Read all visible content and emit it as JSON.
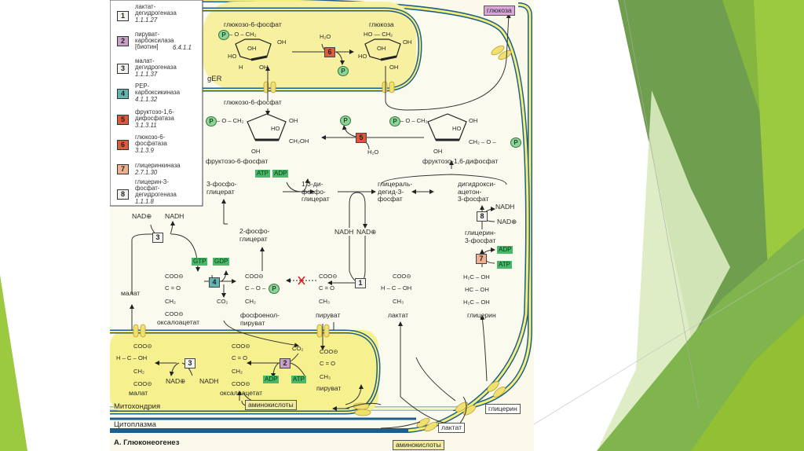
{
  "slide": {
    "theme_colors": {
      "dark_green": "#6a9a48",
      "mid_green": "#7db54a",
      "light_green": "#9bc93f",
      "pale_green": "#d9e8b9"
    }
  },
  "diagram": {
    "title": "А. Глюконеогенез",
    "compartments": {
      "er": "gER",
      "mitochondria": "Митохондрия",
      "cytoplasm": "Цитоплазма"
    },
    "legend": [
      {
        "num": "1",
        "name": "лактат-\nдегидрогеназа",
        "ec": "1.1.1.27",
        "color": "#f2f2ee"
      },
      {
        "num": "2",
        "name": "пируват-\nкарбоксилаза\n[биотин]",
        "ec": "6.4.1.1",
        "color": "#c8a0c8"
      },
      {
        "num": "3",
        "name": "малат-\nдегидрогеназа",
        "ec": "1.1.1.37",
        "color": "#f2f2ee"
      },
      {
        "num": "4",
        "name": "PEP-\nкарбоксикиназа",
        "ec": "4.1.1.32",
        "color": "#62b5b0"
      },
      {
        "num": "5",
        "name": "фруктозо-1,6-\nдифосфатаза",
        "ec": "3.1.3.11",
        "color": "#e2553a"
      },
      {
        "num": "6",
        "name": "глюкозо-6-\nфосфатаза",
        "ec": "3.1.3.9",
        "color": "#e05a3e"
      },
      {
        "num": "7",
        "name": "глицеринкиназа",
        "ec": "2.7.1.30",
        "color": "#f0b090"
      },
      {
        "num": "8",
        "name": "глицерин-3-\nфосфат-\nдегидрогеназа",
        "ec": "1.1.1.8",
        "color": "#f2f2ee"
      }
    ],
    "metabolites": {
      "g6p_er": "глюкозо-6-фосфат",
      "glucose_er": "глюкоза",
      "glucose_out": "глюкоза",
      "g6p_cyt": "глюкозо-6-фосфат",
      "f6p": "фруктозо-6-фосфат",
      "f16bp": "фруктозо-1,6-дифосфат",
      "pg3": "3-фосфо-\nглицерат",
      "bpg13": "1,3-ди-\nфосфо-\nглицерат",
      "gap": "глицераль-\nдегид-3-\nфосфат",
      "dhap": "дигидрокси-\nацетон-\n3-фосфат",
      "pg2": "2-фосфо-\nглицерат",
      "g3p": "глицерин-\n3-фосфат",
      "malate_cyt": "малат",
      "oaa_cyt": "оксалоацетат",
      "pep": "фосфоенол-\nпируват",
      "pyruvate_cyt": "пируват",
      "lactate_cyt": "лактат",
      "glycerol_cyt": "глицерин",
      "malate_mito": "малат",
      "oaa_mito": "оксалоацетат",
      "pyruvate_mito": "пируват",
      "amino_mito": "аминокислоты",
      "glycerol_in": "глицерин",
      "lactate_in": "лактат",
      "amino_in": "аминокислоты"
    },
    "cofactors": {
      "h2o": "H₂O",
      "atp": "ATP",
      "adp": "ADP",
      "gtp": "GTP",
      "gdp": "GDP",
      "nad": "NAD⊕",
      "nadh": "NADH",
      "co2": "CO₂",
      "p": "P"
    },
    "formula": {
      "coo": "COO⊝",
      "c_o": "C = O",
      "ch2": "CH₂",
      "ch3": "CH₃",
      "hcoh": "H – C – OH",
      "c_op": "C – O –",
      "c_eq": "‖",
      "h2c_oh": "H₂C – OH",
      "hc_oh": "HC – OH",
      "p_o_ch2": "– O – CH₂",
      "ho_ch2": "HO — CH₂",
      "ch2oh": "CH₂OH",
      "ch2_o": "CH₂ – O –",
      "oh": "OH",
      "h": "H",
      "ho": "HO",
      "o": "O"
    }
  }
}
